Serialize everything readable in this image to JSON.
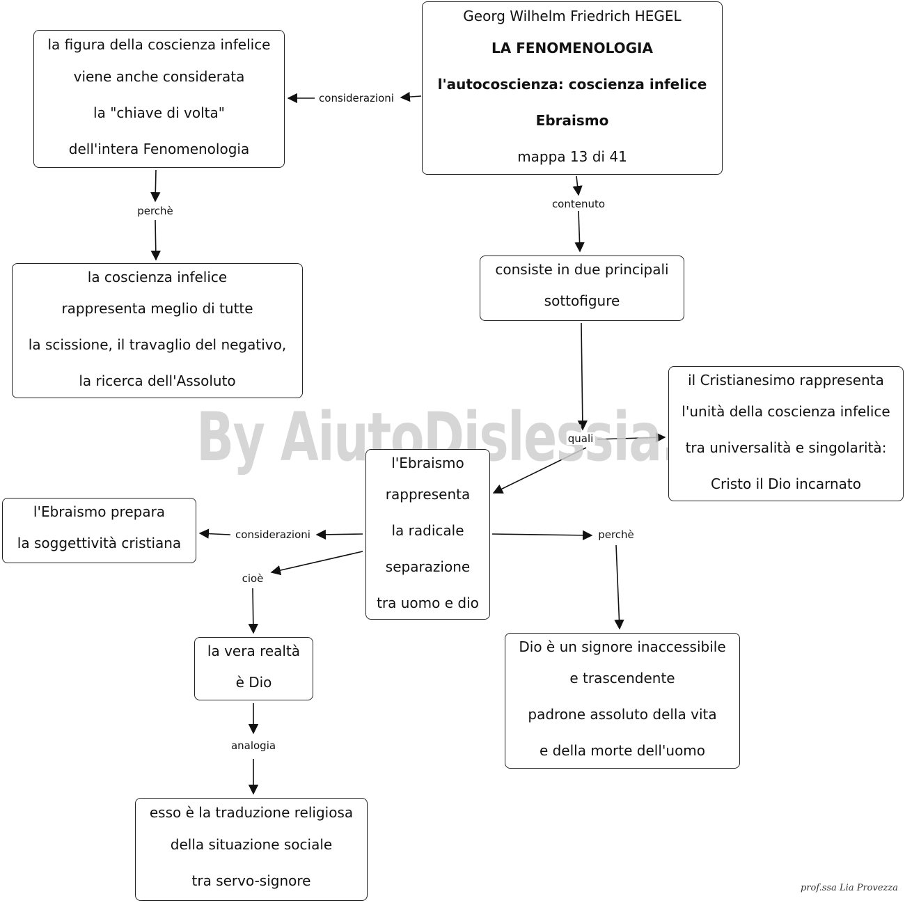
{
  "title_box": {
    "author": "Georg Wilhelm Friedrich HEGEL",
    "work": "LA FENOMENOLOGIA",
    "topic": "l'autocoscienza: coscienza infelice",
    "subtopic": "Ebraismo",
    "map": "mappa 13 di 41"
  },
  "nodes": {
    "figura": [
      "la figura della coscienza infelice",
      "viene anche considerata",
      "la \"chiave di volta\"",
      "dell'intera Fenomenologia"
    ],
    "coscienza": [
      "la coscienza infelice",
      "rappresenta meglio di tutte",
      "la scissione, il travaglio del negativo,",
      "la ricerca dell'Assoluto"
    ],
    "consiste": [
      "consiste in due principali",
      "sottofigure"
    ],
    "cristianesimo": [
      "il Cristianesimo rappresenta",
      "l'unità della coscienza infelice",
      "tra universalità e singolarità:",
      "Cristo il Dio incarnato"
    ],
    "ebraismo": [
      "l'Ebraismo",
      "rappresenta",
      "la radicale",
      "separazione",
      "tra uomo e dio"
    ],
    "prepara": [
      "l'Ebraismo prepara",
      "la soggettività  cristiana"
    ],
    "vera": [
      "la vera realtà",
      "è Dio"
    ],
    "dio": [
      "Dio è un signore inaccessibile",
      "e trascendente",
      "padrone assoluto della vita",
      "e della morte dell'uomo"
    ],
    "esso": [
      "esso è la traduzione religiosa",
      "della situazione sociale",
      "tra servo-signore"
    ]
  },
  "links": {
    "considerazioni_1": "considerazioni",
    "perche_1": "perchè",
    "contenuto": "contenuto",
    "quali": "quali",
    "considerazioni_2": "considerazioni",
    "cioe": "cioè",
    "perche_2": "perchè",
    "analogia": "analogia"
  },
  "watermark": "By AiutoDislessia.net",
  "signature": "prof.ssa Lia Provezza"
}
